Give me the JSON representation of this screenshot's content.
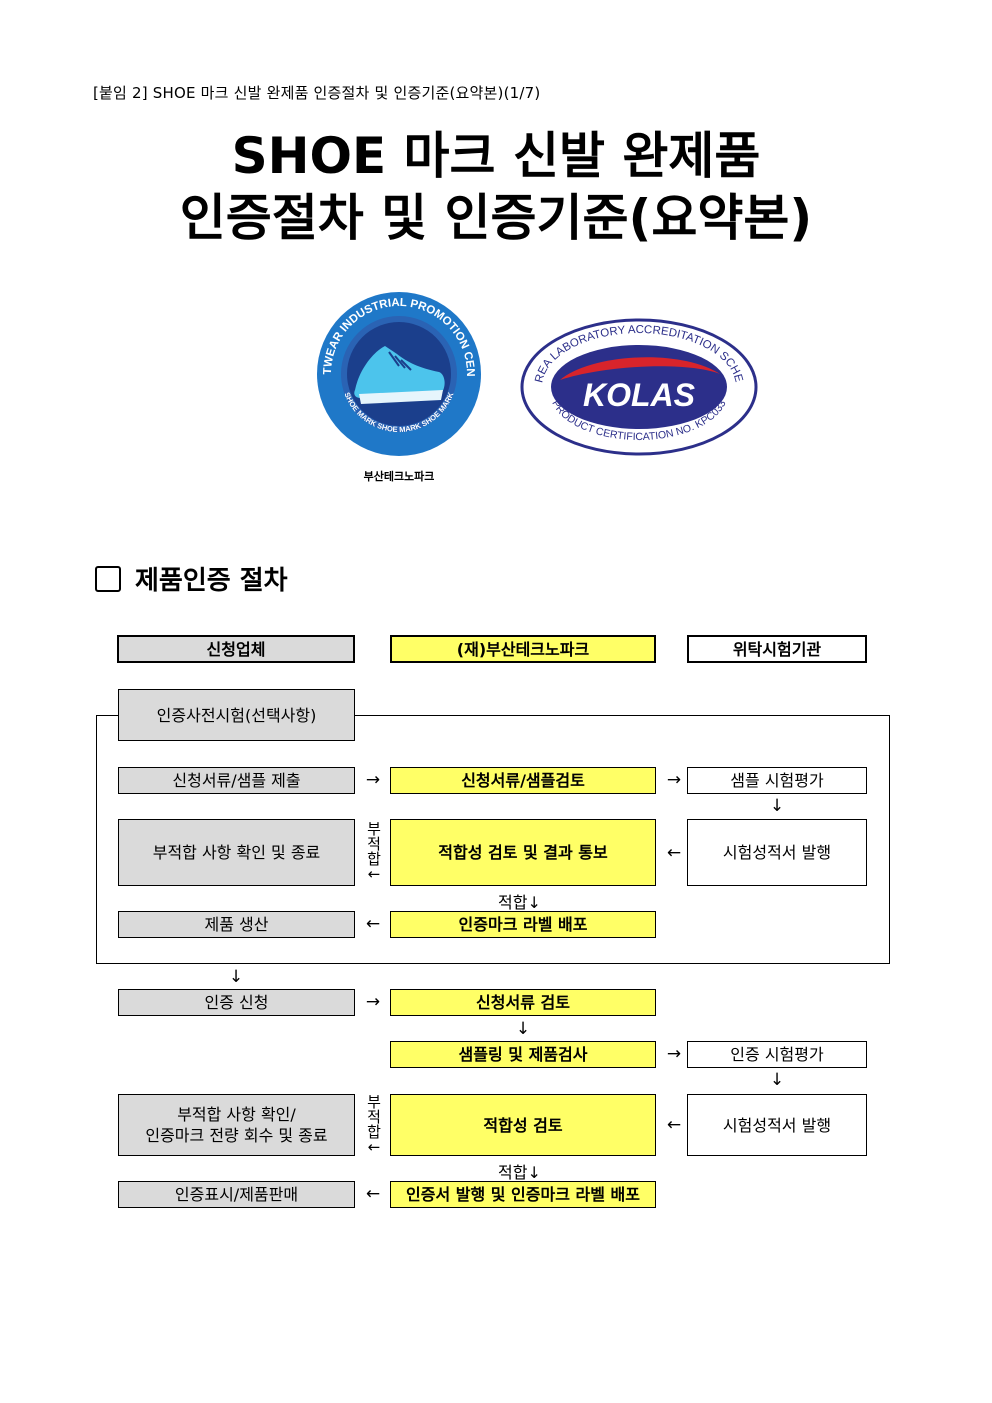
{
  "header_note": "[붙임 2] SHOE 마크 신발 완제품 인증절차 및 인증기준(요약본)(1/7)",
  "title_line1": "SHOE 마크 신발 완제품",
  "title_line2": "인증절차 및 인증기준(요약본)",
  "logos": {
    "fipc_ring_text": "FOOTWEAR INDUSTRIAL PROMOTION CENTER",
    "fipc_bottom_text": "SHOE MARK SHOE MARK SHOE MARK",
    "fipc_caption": "부산테크노파크",
    "kolas_top_text": "KOREA LABORATORY ACCREDITATION SCHEME",
    "kolas_center": "KOLAS",
    "kolas_bottom_text": "PRODUCT CERTIFICATION NO. KPC033",
    "colors": {
      "fipc_blue": "#1f78c8",
      "fipc_dark": "#1b3f8c",
      "kolas_navy": "#2c2f8a",
      "kolas_red": "#d8242b"
    }
  },
  "section_title": "제품인증 절차",
  "columns": {
    "applicant": "신청업체",
    "tp": "(재)부산테크노파크",
    "lab": "위탁시험기관"
  },
  "flow": {
    "pre_test": "인증사전시험(선택사항)",
    "submit": "신청서류/샘플 제출",
    "review_docs_sample": "신청서류/샘플검토",
    "sample_eval": "샘플 시험평가",
    "nonconform_end": "부적합 사항 확인 및 종료",
    "conformity_notify": "적합성 검토 및 결과 통보",
    "test_report": "시험성적서 발행",
    "production": "제품 생산",
    "label_dist": "인증마크 라벨 배포",
    "apply": "인증 신청",
    "review_docs": "신청서류 검토",
    "sampling": "샘플링 및 제품검사",
    "cert_eval": "인증 시험평가",
    "nonconform_recall_1": "부적합 사항 확인/",
    "nonconform_recall_2": "인증마크 전량 회수 및 종료",
    "conformity": "적합성 검토",
    "test_report2": "시험성적서 발행",
    "cert_sale": "인증표시/제품판매",
    "cert_issue": "인증서 발행 및 인증마크 라벨 배포",
    "pass_label": "적합",
    "fail_label": "부적합"
  },
  "arrows": {
    "right": "→",
    "left": "←",
    "down": "↓"
  }
}
